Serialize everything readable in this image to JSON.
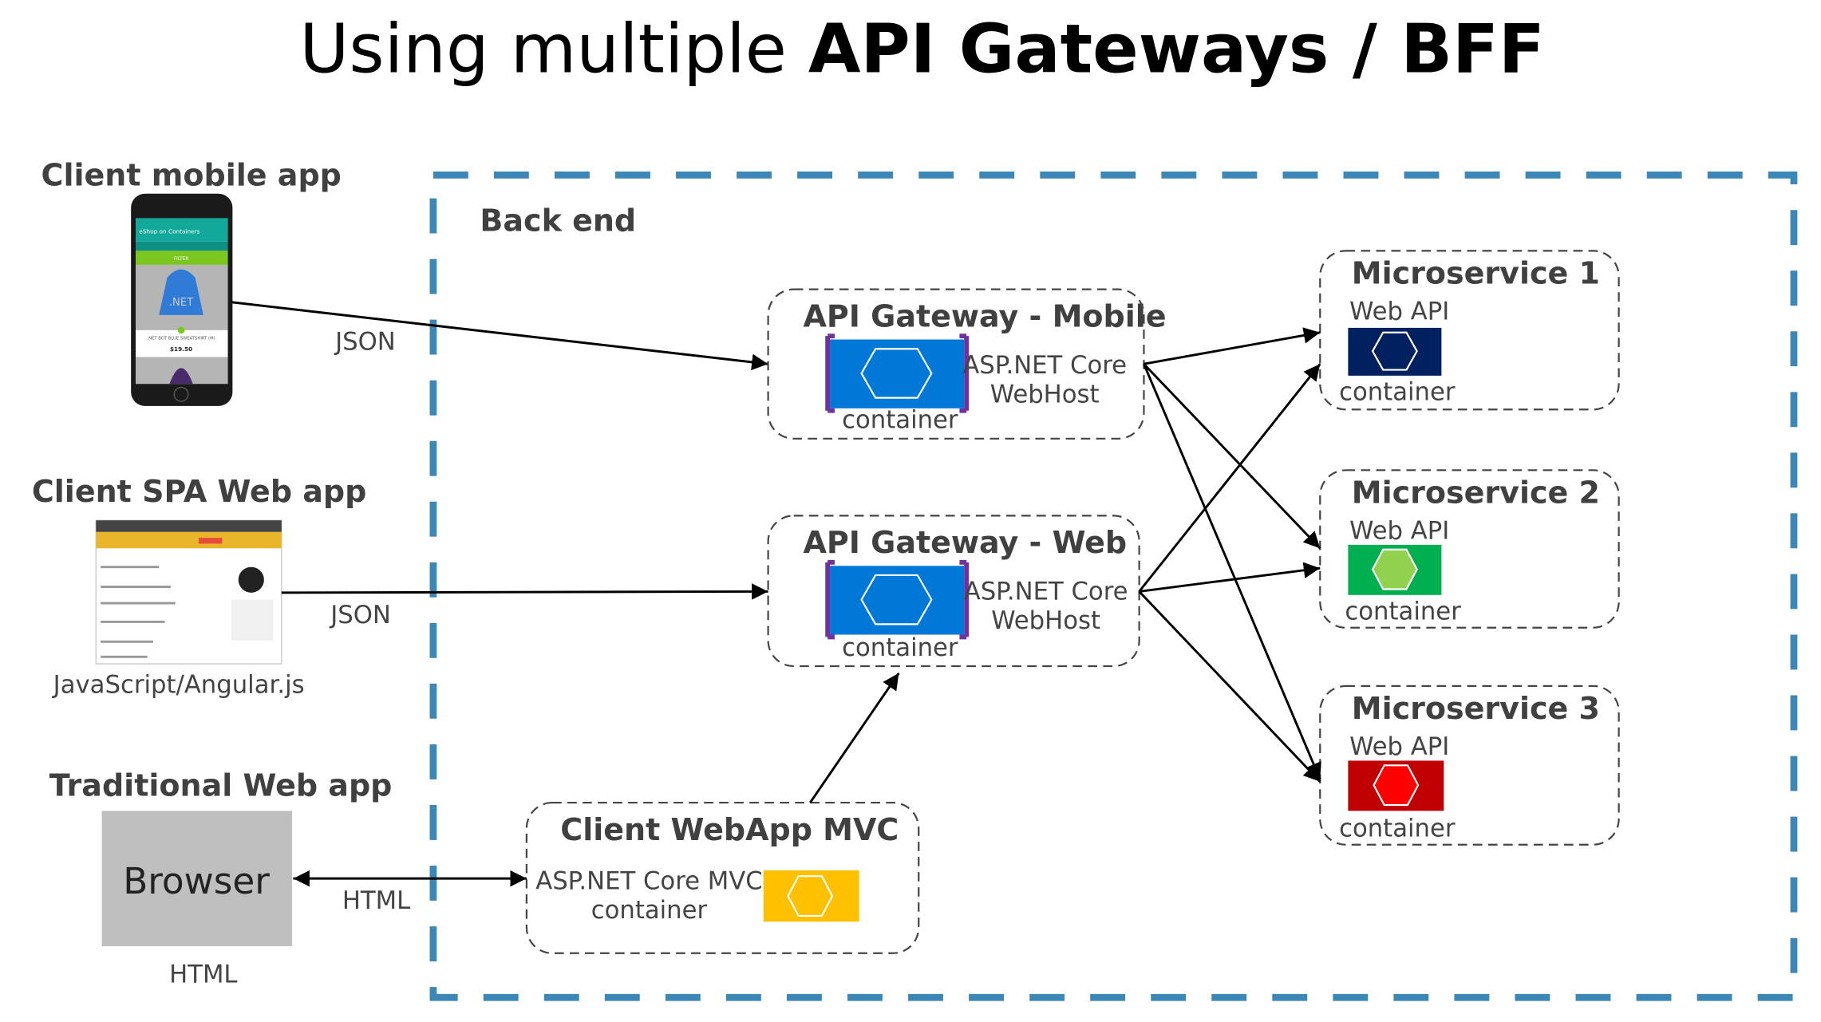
{
  "title": {
    "regular": "Using multiple ",
    "bold": "API Gateways / BFF"
  },
  "backend": {
    "label": "Back end",
    "border_color": "#3b87b7"
  },
  "clients": {
    "mobile": {
      "label": "Client mobile app",
      "protocol": "JSON",
      "screen": {
        "app_title": "eShop on Containers",
        "filter": "FILTER",
        "product": ".NET BOT BLUE SWEATSHIRT (M)",
        "price": "$19.50",
        "logo_text": ".NET"
      }
    },
    "spa": {
      "label": "Client SPA Web app",
      "protocol": "JSON",
      "caption": "JavaScript/Angular.js"
    },
    "traditional": {
      "label": "Traditional Web app",
      "browser": "Browser",
      "caption": "HTML",
      "protocol": "HTML"
    }
  },
  "gateways": [
    {
      "title": "API Gateway - Mobile",
      "line1": "ASP.NET Core",
      "line2": "WebHost",
      "container": "container",
      "color": "#0078d7"
    },
    {
      "title": "API Gateway - Web",
      "line1": "ASP.NET Core",
      "line2": "WebHost",
      "container": "container",
      "color": "#0078d7"
    }
  ],
  "mvc": {
    "title": "Client WebApp MVC",
    "line1": "ASP.NET Core MVC",
    "line2": "container",
    "color": "#ffc000"
  },
  "microservices": [
    {
      "title": "Microservice 1",
      "sub": "Web API",
      "container": "container",
      "color": "#002060",
      "hex_color": "#002060"
    },
    {
      "title": "Microservice 2",
      "sub": "Web API",
      "container": "container",
      "color": "#00b050",
      "hex_color": "#92d050"
    },
    {
      "title": "Microservice 3",
      "sub": "Web API",
      "container": "container",
      "color": "#c00000",
      "hex_color": "#ff0000"
    }
  ]
}
